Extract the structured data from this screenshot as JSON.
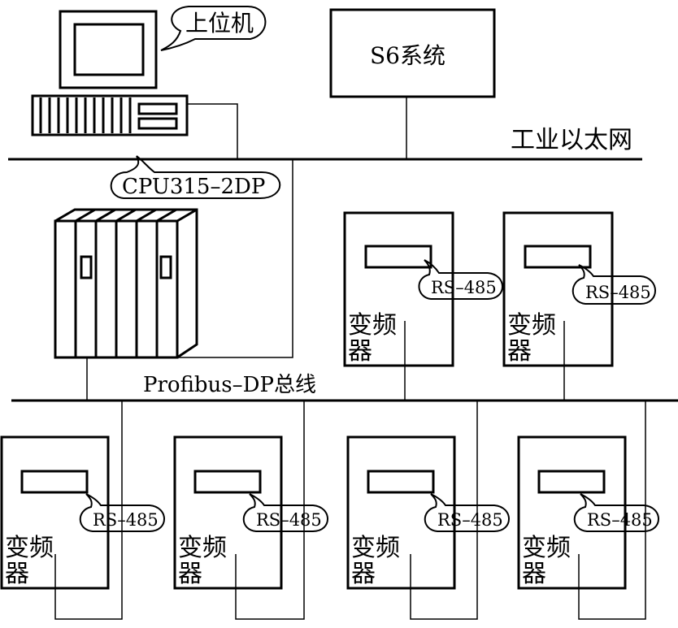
{
  "labels": {
    "host_computer": "上位机",
    "s6_system": "S6系统",
    "industrial_ethernet": "工业以太网",
    "cpu": "CPU315–2DP",
    "profibus": "Profibus–DP总线"
  },
  "inverters": [
    {
      "id": "inv-upper-1",
      "line1": "变频",
      "line2": "器",
      "bubble": "RS–485"
    },
    {
      "id": "inv-upper-2",
      "line1": "变频",
      "line2": "器",
      "bubble": "RS–485"
    },
    {
      "id": "inv-lower-1",
      "line1": "变频",
      "line2": "器",
      "bubble": "RS–485"
    },
    {
      "id": "inv-lower-2",
      "line1": "变频",
      "line2": "器",
      "bubble": "RS–485"
    },
    {
      "id": "inv-lower-3",
      "line1": "变频",
      "line2": "器",
      "bubble": "RS–485"
    },
    {
      "id": "inv-lower-4",
      "line1": "变频",
      "line2": "器",
      "bubble": "RS–485"
    }
  ]
}
